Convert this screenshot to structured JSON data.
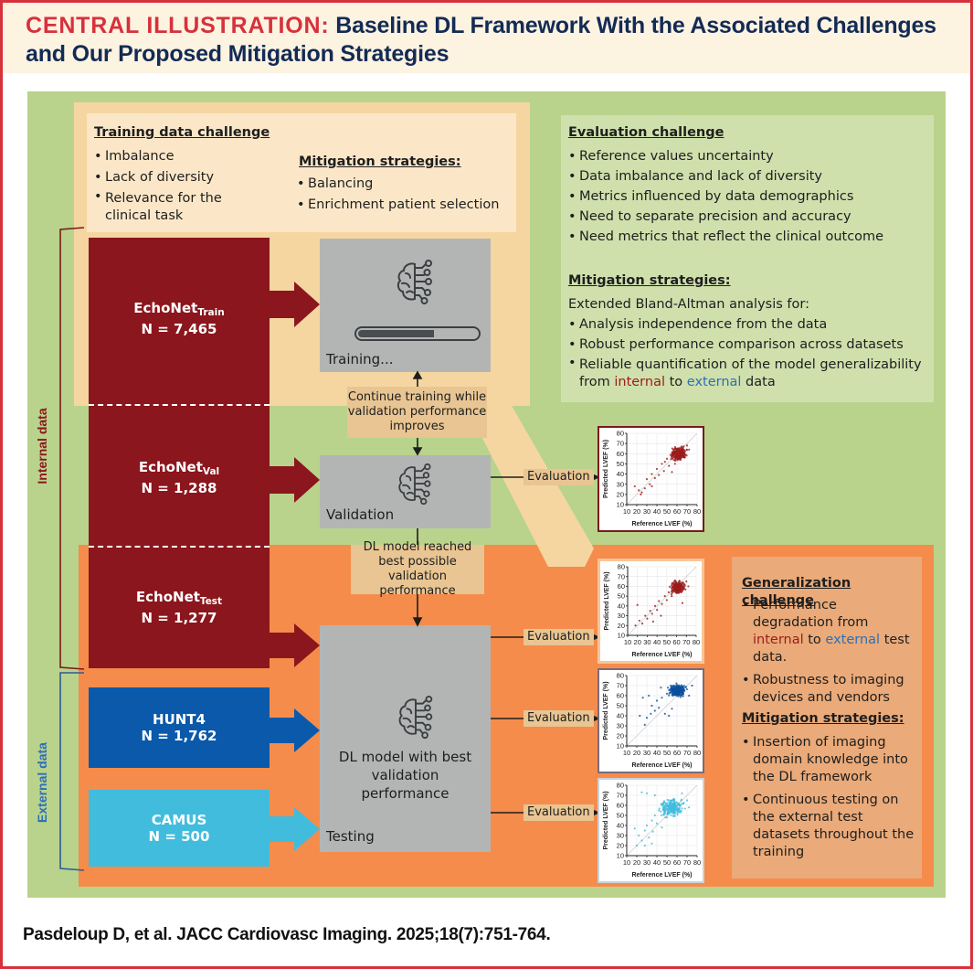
{
  "header": {
    "title_prefix": "CENTRAL ILLUSTRATION:",
    "title_rest": " Baseline DL Framework With the Associated Challenges and Our Proposed Mitigation Strategies"
  },
  "colors": {
    "frame_red": "#d7313c",
    "title_navy": "#132b55",
    "background_green": "#b9d38c",
    "test_orange": "#f58c4b",
    "training_peach": "#f5d6a1",
    "echonet_red": "#8b161d",
    "hunt4_blue": "#0b59aa",
    "camus_cyan": "#41bcdd",
    "process_gray": "#b3b5b5",
    "note_tan": "#e8c592",
    "internal_text": "#9b1c1c",
    "external_text": "#2e6fb5"
  },
  "training_challenge": {
    "heading": "Training data challenge",
    "items": [
      "Imbalance",
      "Lack of diversity",
      "Relevance for the clinical task"
    ],
    "mitigation_heading": "Mitigation strategies:",
    "mitigation_items": [
      "Balancing",
      "Enrichment patient selection"
    ]
  },
  "evaluation_challenge": {
    "heading": "Evaluation challenge",
    "items": [
      "Reference values uncertainty",
      "Data imbalance and lack of diversity",
      "Metrics influenced by data demographics",
      "Need to separate precision and accuracy",
      "Need metrics that reflect the clinical outcome"
    ],
    "mitigation_heading": "Mitigation strategies:",
    "mitigation_intro": "Extended Bland-Altman analysis for:",
    "mitigation_items": [
      "Analysis independence from the data",
      "Robust performance comparison across datasets"
    ],
    "last_item_pre": "Reliable quantification of the model generalizability from ",
    "last_item_internal": "internal",
    "last_item_mid": " to ",
    "last_item_external": "external",
    "last_item_post": " data"
  },
  "generalization_challenge": {
    "heading": "Generalization challenge",
    "item1_pre": "Performance degradation from ",
    "item1_internal": "internal",
    "item1_mid": " to ",
    "item1_external": "external",
    "item1_post": " test data.",
    "item2": "Robustness to imaging devices and vendors",
    "mitigation_heading": "Mitigation strategies:",
    "mitigation_items": [
      "Insertion of imaging domain knowledge into the DL framework",
      "Continuous testing on the external test datasets throughout the training"
    ]
  },
  "datasets": [
    {
      "name": "EchoNet",
      "subscript": "Train",
      "n_label": "N = 7,465"
    },
    {
      "name": "EchoNet",
      "subscript": "Val",
      "n_label": "N = 1,288"
    },
    {
      "name": "EchoNet",
      "subscript": "Test",
      "n_label": "N = 1,277"
    },
    {
      "name": "HUNT4",
      "subscript": "",
      "n_label": "N = 1,762"
    },
    {
      "name": "CAMUS",
      "subscript": "",
      "n_label": "N = 500"
    }
  ],
  "side_labels": {
    "internal": "Internal data",
    "external": "External data"
  },
  "process": {
    "training_label": "Training...",
    "training_progress": 0.65,
    "validation_label": "Validation",
    "testing_label": "Testing",
    "testing_caption": "DL model with best validation performance"
  },
  "notes": {
    "continue_training": "Continue training while validation performance improves",
    "best_reached": "DL model reached best possible validation performance"
  },
  "evaluation_label": "Evaluation",
  "citation": "Pasdeloup D, et al. JACC Cardiovasc Imaging. 2025;18(7):751-764.",
  "chart_data": [
    {
      "type": "scatter",
      "name": "EchoNet validation",
      "xlabel": "Reference LVEF (%)",
      "ylabel": "Predicted LVEF (%)",
      "xlim": [
        10,
        80
      ],
      "ylim": [
        10,
        80
      ],
      "xticks": [
        10,
        20,
        30,
        40,
        50,
        60,
        70,
        80
      ],
      "yticks": [
        10,
        20,
        30,
        40,
        50,
        60,
        70,
        80
      ],
      "color": "#9b1c1c",
      "identity_line": true,
      "grid": true,
      "cluster": {
        "center": [
          62,
          60
        ],
        "spread": [
          6,
          5
        ]
      },
      "points": [
        [
          22,
          24
        ],
        [
          25,
          22
        ],
        [
          28,
          26
        ],
        [
          30,
          35
        ],
        [
          33,
          30
        ],
        [
          35,
          40
        ],
        [
          38,
          36
        ],
        [
          40,
          45
        ],
        [
          42,
          39
        ],
        [
          45,
          50
        ],
        [
          47,
          43
        ],
        [
          50,
          55
        ],
        [
          52,
          48
        ],
        [
          55,
          58
        ],
        [
          55,
          42
        ],
        [
          57,
          62
        ],
        [
          60,
          57
        ],
        [
          62,
          64
        ],
        [
          64,
          60
        ],
        [
          66,
          66
        ],
        [
          68,
          62
        ],
        [
          70,
          68
        ],
        [
          35,
          28
        ],
        [
          18,
          28
        ],
        [
          24,
          20
        ],
        [
          58,
          50
        ],
        [
          72,
          64
        ],
        [
          48,
          52
        ]
      ]
    },
    {
      "type": "scatter",
      "name": "EchoNet test",
      "xlabel": "Reference LVEF (%)",
      "ylabel": "Predicted LVEF (%)",
      "xlim": [
        10,
        80
      ],
      "ylim": [
        10,
        80
      ],
      "xticks": [
        10,
        20,
        30,
        40,
        50,
        60,
        70,
        80
      ],
      "yticks": [
        10,
        20,
        30,
        40,
        50,
        60,
        70,
        80
      ],
      "color": "#9b1c1c",
      "identity_line": true,
      "grid": true,
      "cluster": {
        "center": [
          61,
          59
        ],
        "spread": [
          6,
          5
        ]
      },
      "points": [
        [
          18,
          20
        ],
        [
          22,
          25
        ],
        [
          25,
          22
        ],
        [
          28,
          30
        ],
        [
          30,
          27
        ],
        [
          33,
          35
        ],
        [
          35,
          32
        ],
        [
          38,
          40
        ],
        [
          40,
          36
        ],
        [
          42,
          45
        ],
        [
          45,
          42
        ],
        [
          48,
          50
        ],
        [
          50,
          46
        ],
        [
          52,
          54
        ],
        [
          55,
          50
        ],
        [
          57,
          60
        ],
        [
          20,
          41
        ],
        [
          66,
          43
        ],
        [
          70,
          65
        ],
        [
          72,
          60
        ],
        [
          36,
          24
        ],
        [
          44,
          30
        ]
      ]
    },
    {
      "type": "scatter",
      "name": "HUNT4",
      "xlabel": "Reference LVEF (%)",
      "ylabel": "Predicted LVEF (%)",
      "xlim": [
        10,
        80
      ],
      "ylim": [
        10,
        80
      ],
      "xticks": [
        10,
        20,
        30,
        40,
        50,
        60,
        70,
        80
      ],
      "yticks": [
        10,
        20,
        30,
        40,
        50,
        60,
        70,
        80
      ],
      "color": "#0b4f9e",
      "identity_line": true,
      "grid": true,
      "cluster": {
        "center": [
          60,
          65
        ],
        "spread": [
          7,
          5
        ]
      },
      "points": [
        [
          23,
          40
        ],
        [
          28,
          31
        ],
        [
          30,
          38
        ],
        [
          32,
          60
        ],
        [
          35,
          50
        ],
        [
          38,
          45
        ],
        [
          40,
          55
        ],
        [
          42,
          48
        ],
        [
          45,
          58
        ],
        [
          48,
          42
        ],
        [
          50,
          62
        ],
        [
          52,
          40
        ],
        [
          34,
          42
        ],
        [
          26,
          58
        ],
        [
          44,
          68
        ],
        [
          55,
          47
        ],
        [
          75,
          70
        ],
        [
          72,
          60
        ]
      ]
    },
    {
      "type": "scatter",
      "name": "CAMUS",
      "xlabel": "Reference LVEF (%)",
      "ylabel": "Predicted LVEF (%)",
      "xlim": [
        10,
        80
      ],
      "ylim": [
        10,
        80
      ],
      "xticks": [
        10,
        20,
        30,
        40,
        50,
        60,
        70,
        80
      ],
      "yticks": [
        10,
        20,
        30,
        40,
        50,
        60,
        70,
        80
      ],
      "color": "#41bcdd",
      "identity_line": true,
      "grid": true,
      "cluster": {
        "center": [
          55,
          58
        ],
        "spread": [
          9,
          7
        ]
      },
      "points": [
        [
          18,
          37
        ],
        [
          22,
          30
        ],
        [
          25,
          25
        ],
        [
          28,
          35
        ],
        [
          30,
          40
        ],
        [
          32,
          28
        ],
        [
          35,
          45
        ],
        [
          36,
          34
        ],
        [
          38,
          50
        ],
        [
          40,
          42
        ],
        [
          42,
          55
        ],
        [
          45,
          38
        ],
        [
          47,
          60
        ],
        [
          50,
          48
        ],
        [
          52,
          65
        ],
        [
          25,
          73
        ],
        [
          30,
          72
        ],
        [
          38,
          70
        ],
        [
          65,
          72
        ],
        [
          70,
          65
        ],
        [
          72,
          58
        ],
        [
          20,
          20
        ],
        [
          28,
          20
        ],
        [
          35,
          22
        ]
      ]
    }
  ]
}
